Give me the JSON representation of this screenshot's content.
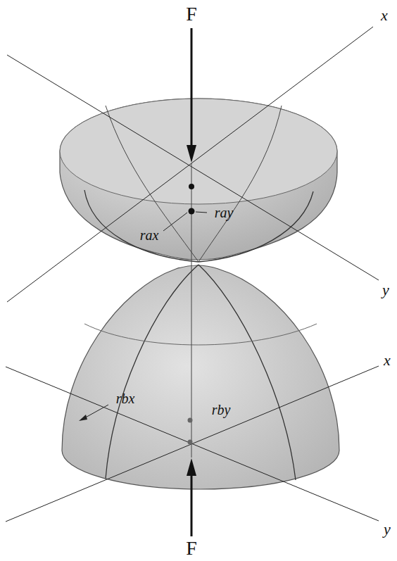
{
  "diagram": {
    "labels": [
      "F",
      "x",
      "y",
      "rax",
      "ray",
      "x",
      "rbx",
      "rby",
      "y",
      "F"
    ]
  }
}
